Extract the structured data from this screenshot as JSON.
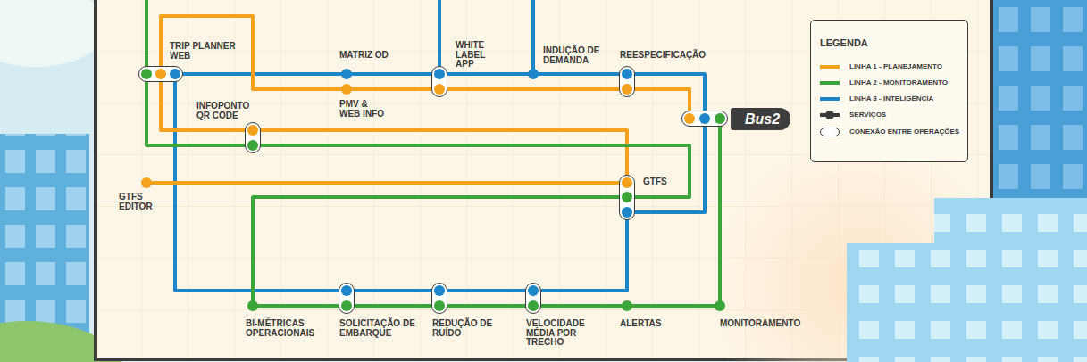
{
  "diagram": {
    "nodes": [
      {
        "text": [
          "TRIP PLANNER WEB"
        ]
      },
      {
        "text": [
          "MATRIZ OD"
        ]
      },
      {
        "text": [
          "PMV & WEB INFO"
        ]
      },
      {
        "text": [
          "WHITE LABEL APP"
        ]
      },
      {
        "text": [
          "INDUÇÃO DE DEMANDA"
        ]
      },
      {
        "text": [
          "REESPECIFICAÇÃO"
        ]
      },
      {
        "text": [
          "INFOPONTO QR CODE"
        ]
      },
      {
        "text": [
          "GTFS EDITOR"
        ]
      },
      {
        "text": [
          "GTFS"
        ]
      },
      {
        "text": [
          "Bus2"
        ]
      },
      {
        "text": [
          "BI-MÉTRICAS OPERACIONAIS"
        ]
      },
      {
        "text": [
          "SOLICITAÇÃO DE EMBARQUE"
        ]
      },
      {
        "text": [
          "REDUÇÃO DE RUÍDO"
        ]
      },
      {
        "text": [
          "VELOCIDADE MÉDIA POR TRECHO"
        ]
      },
      {
        "text": [
          "ALERTAS"
        ]
      },
      {
        "text": [
          "MONITORAMENTO"
        ]
      }
    ],
    "edges": [
      {
        "from": 0,
        "to": 1,
        "arrow": "none"
      },
      {
        "from": 1,
        "to": 3,
        "arrow": "none"
      },
      {
        "from": 3,
        "to": 4,
        "arrow": "none"
      },
      {
        "from": 4,
        "to": 5,
        "arrow": "none"
      },
      {
        "from": 5,
        "to": 9,
        "arrow": "none"
      },
      {
        "from": 9,
        "to": 8,
        "arrow": "none"
      },
      {
        "from": 0,
        "to": 11,
        "arrow": "none"
      },
      {
        "from": 11,
        "to": 12,
        "arrow": "none"
      },
      {
        "from": 12,
        "to": 13,
        "arrow": "none"
      },
      {
        "from": 13,
        "to": 8,
        "arrow": "none"
      },
      {
        "from": 0,
        "to": 2,
        "arrow": "none"
      },
      {
        "from": 2,
        "to": 3,
        "arrow": "none"
      },
      {
        "from": 3,
        "to": 5,
        "arrow": "none"
      },
      {
        "from": 5,
        "to": 9,
        "arrow": "none"
      },
      {
        "from": 0,
        "to": 6,
        "arrow": "none"
      },
      {
        "from": 6,
        "to": 8,
        "arrow": "none"
      },
      {
        "from": 7,
        "to": 8,
        "arrow": "none"
      },
      {
        "from": 0,
        "to": 6,
        "arrow": "none"
      },
      {
        "from": 6,
        "to": 8,
        "arrow": "none"
      },
      {
        "from": 8,
        "to": 10,
        "arrow": "none"
      },
      {
        "from": 10,
        "to": 11,
        "arrow": "none"
      },
      {
        "from": 11,
        "to": 12,
        "arrow": "none"
      },
      {
        "from": 12,
        "to": 13,
        "arrow": "none"
      },
      {
        "from": 13,
        "to": 14,
        "arrow": "none"
      },
      {
        "from": 14,
        "to": 15,
        "arrow": "none"
      },
      {
        "from": 15,
        "to": 9,
        "arrow": "none"
      }
    ],
    "labels": [
      "LEGENDA"
    ],
    "legend": [
      {
        "text": "LINHA 1 - PLANEJAMENTO",
        "color": "#f4a21e"
      },
      {
        "text": "LINHA 2 - MONITORAMENTO",
        "color": "#3ba53a"
      },
      {
        "text": "LINHA 3 - INTELIGÊNCIA",
        "color": "#1c86c8"
      },
      {
        "text": "SERVIÇOS"
      },
      {
        "text": "CONEXÃO ENTRE OPERAÇÕES"
      }
    ]
  }
}
